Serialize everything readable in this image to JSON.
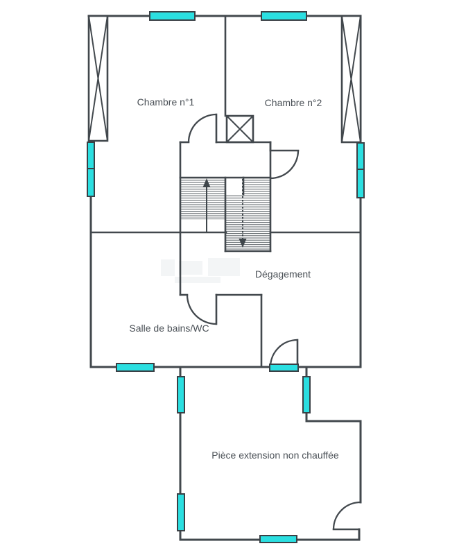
{
  "rooms": [
    {
      "name": "chambre-1",
      "label": "Chambre n°1"
    },
    {
      "name": "chambre-2",
      "label": "Chambre n°2"
    },
    {
      "name": "degagement",
      "label": "Dégagement"
    },
    {
      "name": "salle-de-bains-wc",
      "label": "Salle de bains/WC"
    },
    {
      "name": "piece-extension",
      "label": "Pièce extension non chauffée"
    }
  ],
  "colors": {
    "wall": "#42484d",
    "window_fill": "#2bdfe1",
    "label_text": "#4b5157",
    "background": "#ffffff"
  }
}
